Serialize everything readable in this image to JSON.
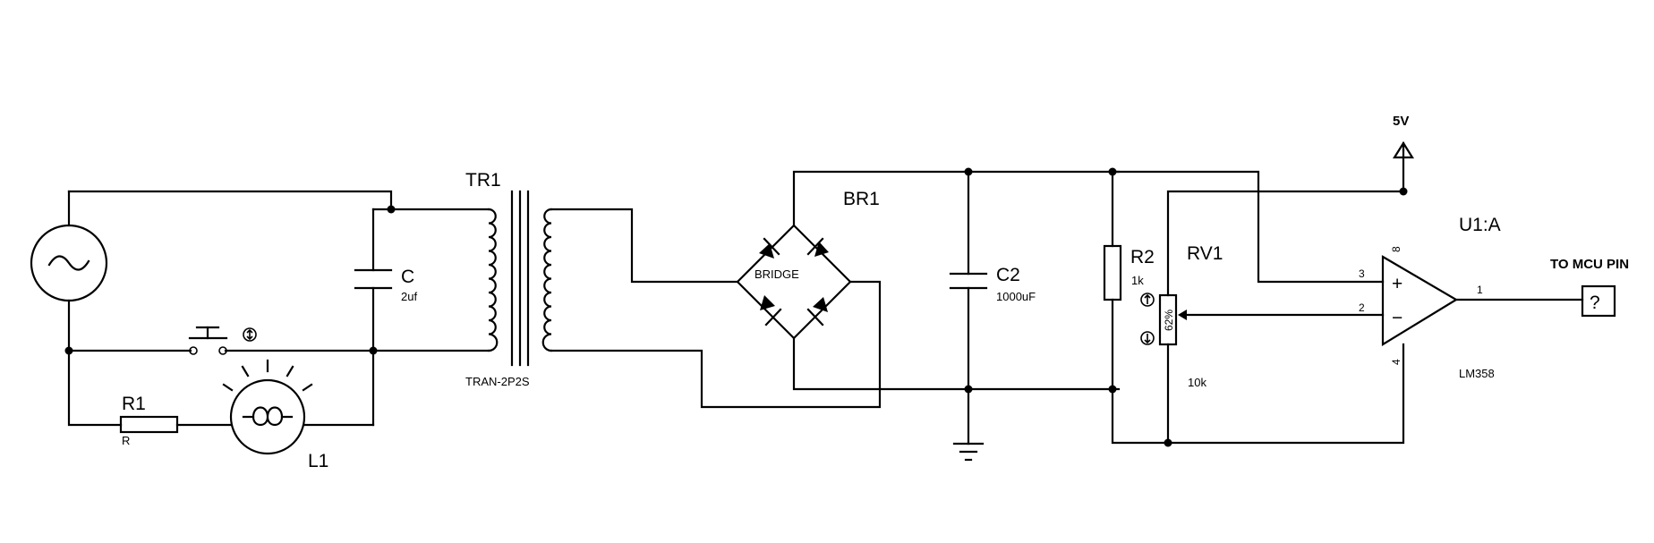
{
  "components": {
    "ac_source": {
      "icon": "ac-source-icon"
    },
    "transformer": {
      "ref": "TR1",
      "part": "TRAN-2P2S"
    },
    "capacitor_c": {
      "ref": "C",
      "value": "2uf"
    },
    "switch": {
      "icon": "push-button-icon"
    },
    "resistor_r1": {
      "ref": "R1",
      "value": "R"
    },
    "lamp": {
      "ref": "L1",
      "icon": "lamp-icon"
    },
    "bridge": {
      "ref": "BR1",
      "part": "BRIDGE"
    },
    "capacitor_c2": {
      "ref": "C2",
      "value": "1000uF"
    },
    "resistor_r2": {
      "ref": "R2",
      "value": "1k"
    },
    "potentiometer": {
      "ref": "RV1",
      "value": "10k",
      "wiper": "62%"
    },
    "opamp": {
      "ref": "U1:A",
      "part": "LM358",
      "pin_plus": "3",
      "pin_minus": "2",
      "pin_out": "1",
      "pin_vcc": "8",
      "pin_gnd": "4",
      "plus_sign": "+",
      "minus_sign": "−"
    },
    "power": {
      "label": "5V"
    },
    "output_terminal": {
      "label": "TO MCU PIN",
      "symbol": "?"
    }
  },
  "colors": {
    "line": "#000000",
    "background": "#ffffff"
  }
}
